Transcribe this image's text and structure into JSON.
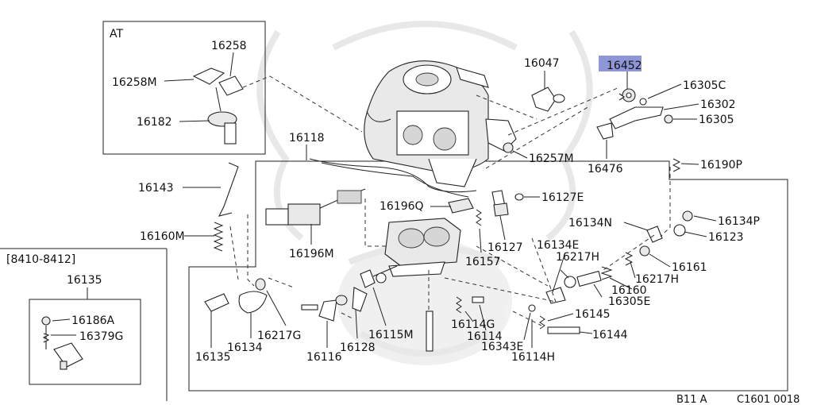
{
  "top_cut_label": "",
  "inset_at": {
    "title": "AT"
  },
  "inset_date": {
    "range": "[8410-8412]",
    "group_number": "16135"
  },
  "highlight_color": "#8e96d8",
  "highlighted_part": "16452",
  "parts": {
    "p16258": "16258",
    "p16258M": "16258M",
    "p16182": "16182",
    "p16047": "16047",
    "p16305C": "16305C",
    "p16302": "16302",
    "p16305": "16305",
    "p16257M": "16257M",
    "p16476": "16476",
    "p16190P": "16190P",
    "p16118": "16118",
    "p16143": "16143",
    "p16196Q": "16196Q",
    "p16127E": "16127E",
    "p16134N": "16134N",
    "p16134P": "16134P",
    "p16123": "16123",
    "p16160M": "16160M",
    "p16127": "16127",
    "p16134E": "16134E",
    "p16217H_a": "16217H",
    "p16161": "16161",
    "p16217H_b": "16217H",
    "p16196M": "16196M",
    "p16157": "16157",
    "p16160": "16160",
    "p16305E": "16305E",
    "p16186A": "16186A",
    "p16379G": "16379G",
    "p16145": "16145",
    "p16144": "16144",
    "p16114G": "16114G",
    "p16115M": "16115M",
    "p16217G": "16217G",
    "p16114": "16114",
    "p16343E": "16343E",
    "p16134": "16134",
    "p16128": "16128",
    "p16135": "16135",
    "p16116": "16116",
    "p16114H": "16114H"
  },
  "footer": {
    "model": "B11 A",
    "code": "C1601 0018"
  }
}
